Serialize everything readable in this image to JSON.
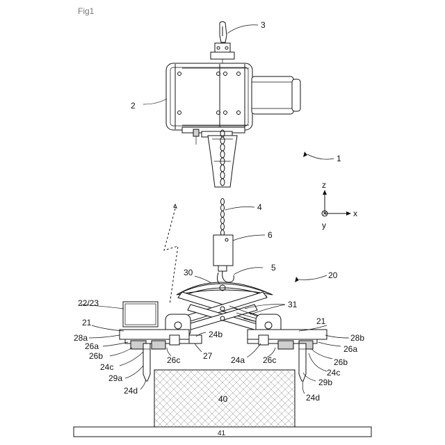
{
  "figure_title": "Fig1",
  "labels": {
    "l1": "1",
    "l2": "2",
    "l3": "3",
    "l4": "4",
    "l5": "5",
    "l6": "6",
    "l20": "20",
    "l21_left": "21",
    "l21_right": "21",
    "l22_23": "22/23",
    "l24a": "24a",
    "l24b": "24b",
    "l24c_left": "24c",
    "l24c_right": "24c",
    "l24d_left": "24d",
    "l24d_right": "24d",
    "l26a_left": "26a",
    "l26a_right": "26a",
    "l26b_left": "26b",
    "l26b_right": "26b",
    "l26c_left": "26c",
    "l26c_right": "26c",
    "l27": "27",
    "l28a": "28a",
    "l28b": "28b",
    "l29a": "29a",
    "l29b": "29b",
    "l30": "30",
    "l31": "31",
    "l40": "40",
    "l41": "41"
  },
  "axes": {
    "z": "z",
    "x": "x",
    "y": "y"
  }
}
